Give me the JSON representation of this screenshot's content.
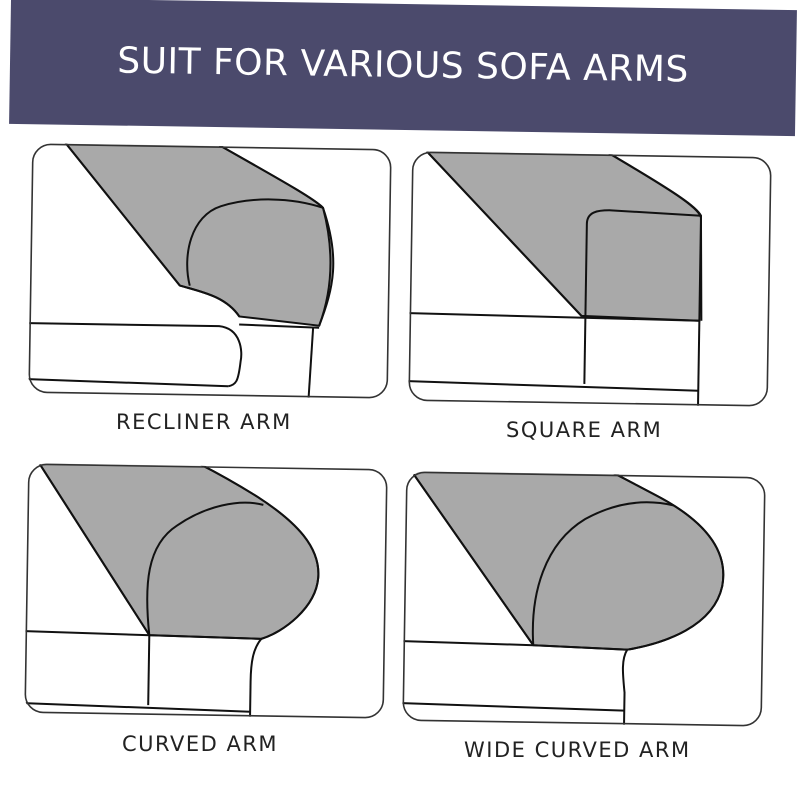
{
  "header": {
    "title": "SUIT FOR VARIOUS SOFA ARMS",
    "background": "#4b4a6c"
  },
  "colors": {
    "cover": "#a9a9a9",
    "outline": "#111111",
    "panel_bg": "#ffffff"
  },
  "panels": [
    {
      "label": "RECLINER ARM",
      "icon": "recliner-arm-sofa-icon"
    },
    {
      "label": "SQUARE ARM",
      "icon": "square-arm-sofa-icon"
    },
    {
      "label": "CURVED ARM",
      "icon": "curved-arm-sofa-icon"
    },
    {
      "label": "WIDE CURVED ARM",
      "icon": "wide-curved-arm-sofa-icon"
    }
  ]
}
